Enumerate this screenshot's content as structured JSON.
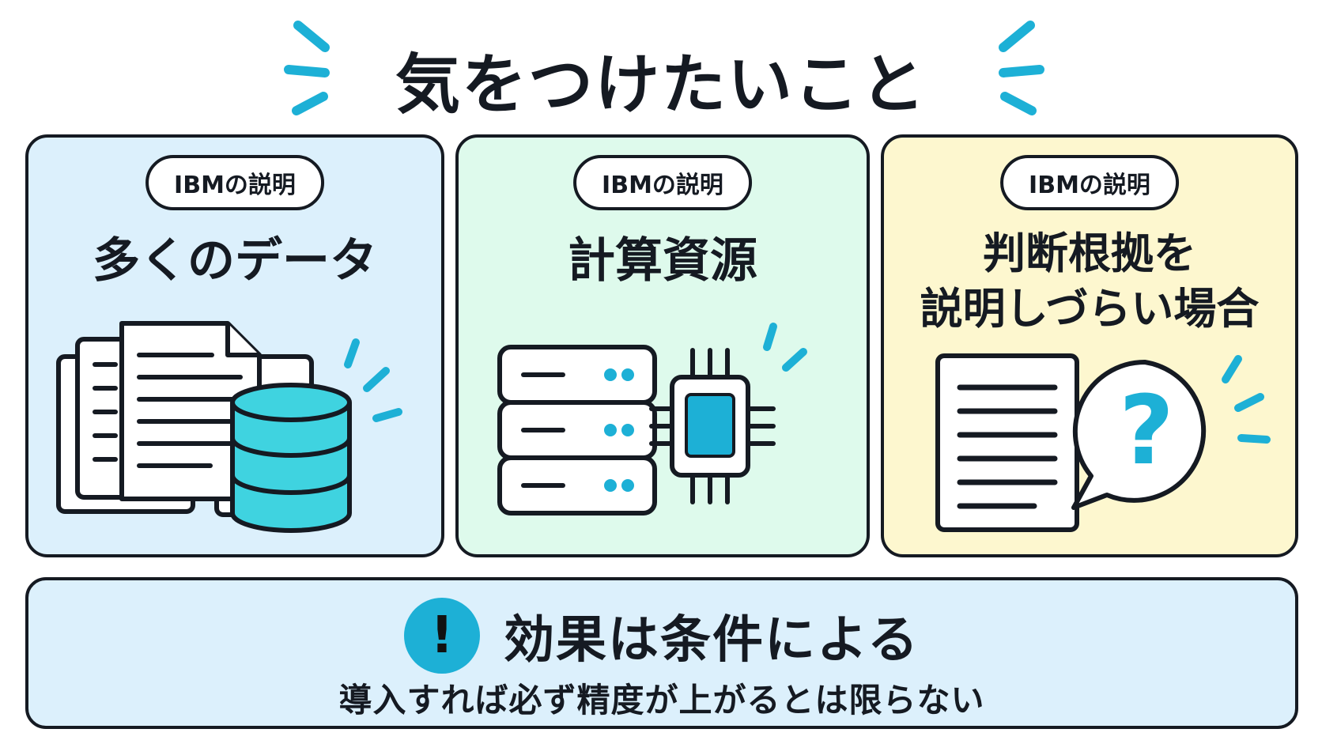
{
  "heading": "気をつけたいこと",
  "colors": {
    "accent": "#1db0d6",
    "outline": "#151a22",
    "card1_bg": "#dcf0fc",
    "card2_bg": "#defaec",
    "card3_bg": "#fdf7cf",
    "database": "#3fd3e0"
  },
  "cards": [
    {
      "badge": "IBMの説明",
      "title_lines": [
        "多くのデータ"
      ],
      "icon": "documents-database-icon"
    },
    {
      "badge": "IBMの説明",
      "title_lines": [
        "計算資源"
      ],
      "icon": "server-chip-icon"
    },
    {
      "badge": "IBMの説明",
      "title_lines": [
        "判断根拠を",
        "説明しづらい場合"
      ],
      "icon": "document-question-icon"
    }
  ],
  "note": {
    "icon": "exclamation-icon",
    "mark": "!",
    "title": "効果は条件による",
    "subtitle": "導入すれば必ず精度が上がるとは限らない"
  }
}
